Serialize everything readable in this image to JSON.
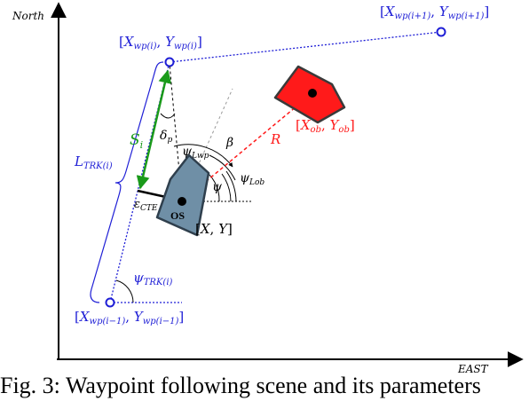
{
  "axes": {
    "north_label": "North",
    "east_label": "EAST"
  },
  "waypoints": {
    "current": "[X_wp(i), Y_wp(i)]",
    "next": "[X_wp(i+1), Y_wp(i+1)]",
    "previous": "[X_wp(i−1), Y_wp(i−1)]"
  },
  "labels": {
    "track_length": "L_TRK(i)",
    "track_angle": "ψ_TRK(i)",
    "s_i": "S_i",
    "delta_p": "δ_p",
    "psi_lwp": "ψ_Lwp",
    "beta": "β",
    "psi": "ψ",
    "psi_lob": "ψ_Lob",
    "range": "R",
    "cross_track_error": "ε_CTE",
    "own_ship": "OS",
    "ship_position": "[X, Y]",
    "obstacle_position": "[X_ob, Y_ob]"
  },
  "colors": {
    "blue": "#1f1fd6",
    "green": "#1a9a1a",
    "red": "#ff1a1a",
    "ship_fill": "#6f8fa6",
    "ship_stroke": "#2f3f4d"
  },
  "caption": "Fig. 3: Waypoint following scene and its parameters"
}
